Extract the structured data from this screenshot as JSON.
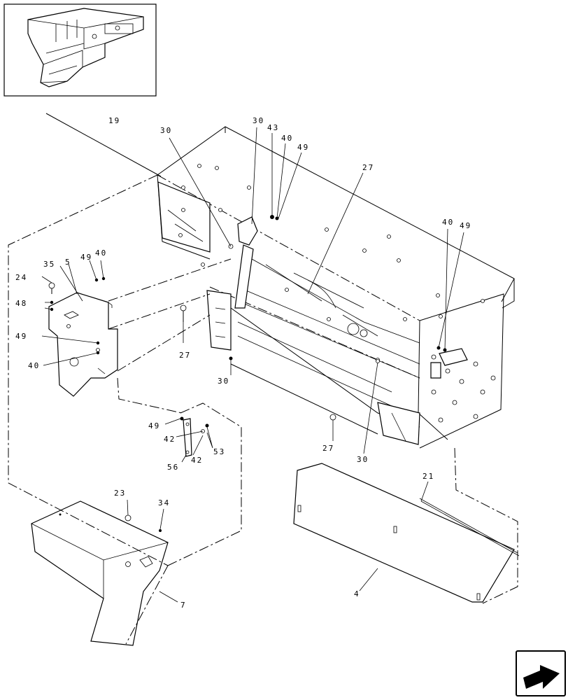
{
  "figure": {
    "inset_label": "",
    "nav_icon": "next-page-arrow-icon"
  },
  "callouts": [
    "19",
    "30",
    "30",
    "43",
    "40",
    "49",
    "27",
    "40",
    "49",
    "35",
    "5",
    "49",
    "40",
    "24",
    "48",
    "49",
    "40",
    "27",
    "30",
    "49",
    "42",
    "42",
    "53",
    "56",
    "27",
    "30",
    "21",
    "23",
    "34",
    "7",
    "4"
  ]
}
